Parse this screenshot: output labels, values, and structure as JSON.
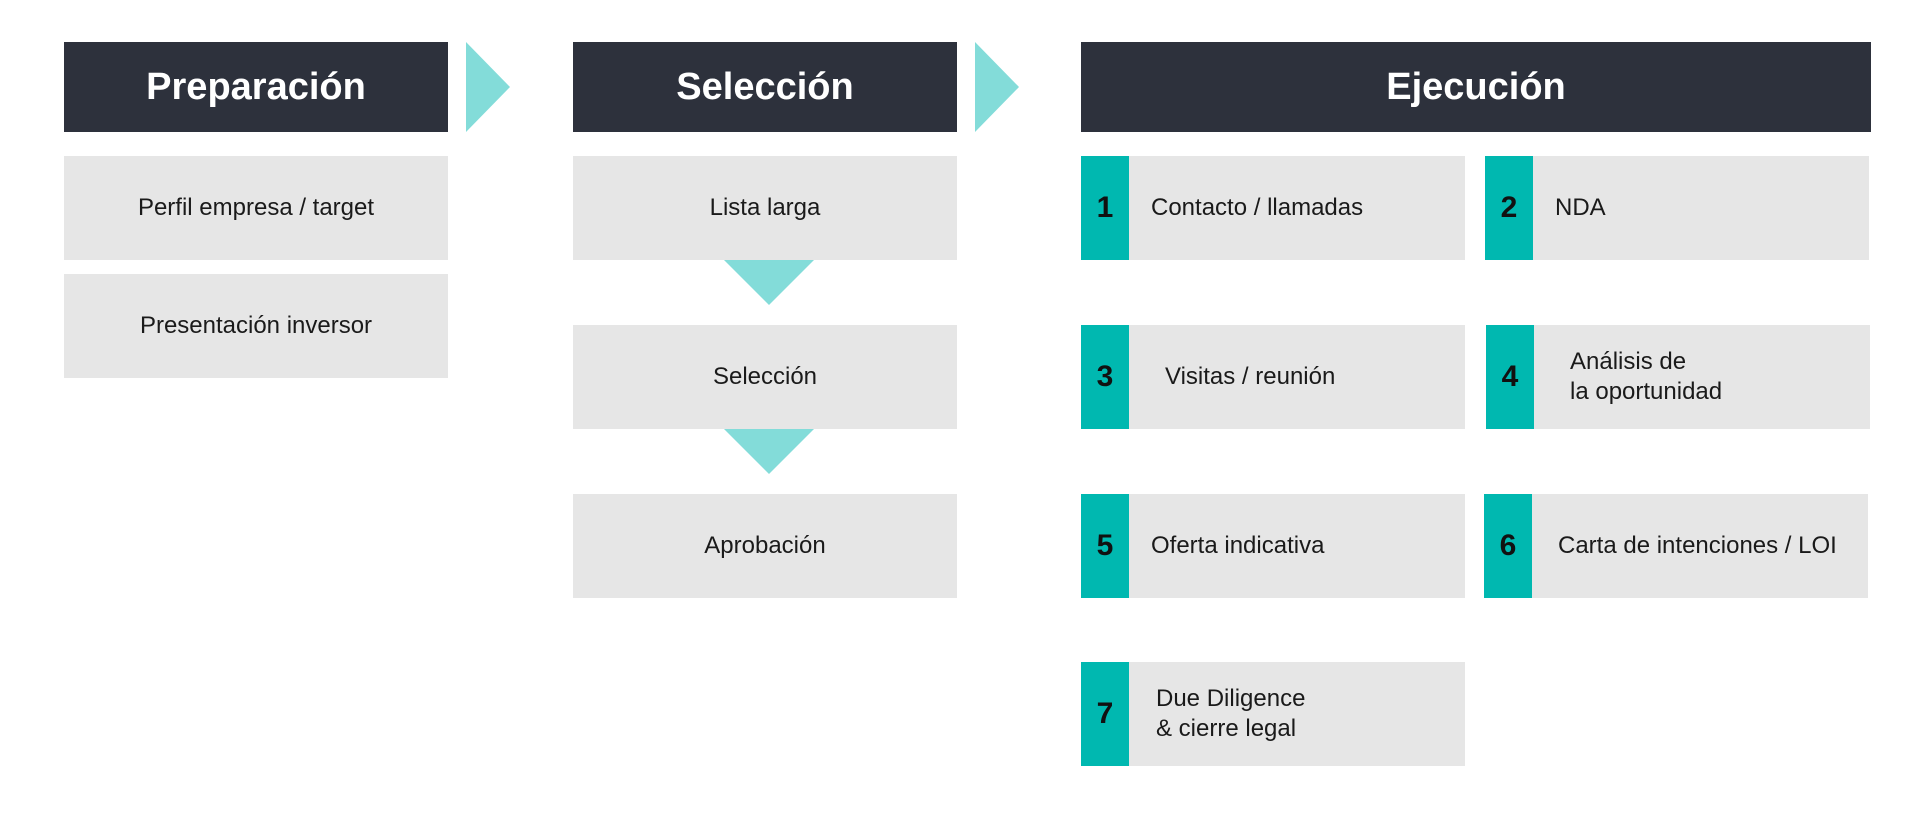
{
  "columns": {
    "preparacion": {
      "title": "Preparación",
      "items": [
        "Perfil empresa / target",
        "Presentación inversor"
      ]
    },
    "seleccion": {
      "title": "Selección",
      "items": [
        "Lista larga",
        "Selección",
        "Aprobación"
      ]
    },
    "ejecucion": {
      "title": "Ejecución",
      "steps": [
        {
          "num": "1",
          "label": "Contacto / llamadas"
        },
        {
          "num": "2",
          "label": "NDA"
        },
        {
          "num": "3",
          "label": "Visitas / reunión"
        },
        {
          "num": "4",
          "label": "Análisis de\nla oportunidad"
        },
        {
          "num": "5",
          "label": "Oferta indicativa"
        },
        {
          "num": "6",
          "label": "Carta de intenciones / LOI"
        },
        {
          "num": "7",
          "label": "Due Diligence\n& cierre legal"
        }
      ]
    }
  },
  "colors": {
    "header_bg": "#2d313c",
    "box_bg": "#e6e6e6",
    "accent": "#00b8b0",
    "arrow": "#83dcd9"
  }
}
